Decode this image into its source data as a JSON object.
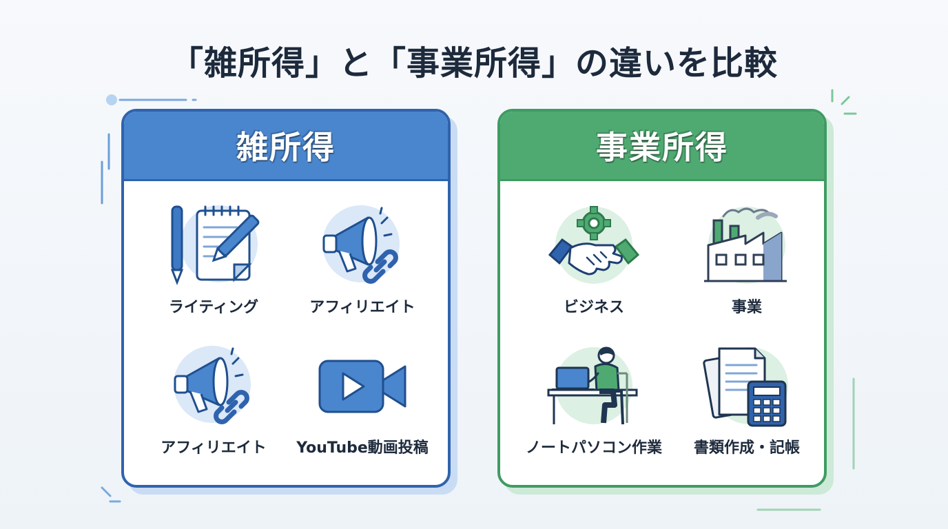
{
  "title": "「雑所得」と「事業所得」の違いを比較",
  "colors": {
    "left_accent": "#2f63ad",
    "left_header": "#4a86cd",
    "right_accent": "#3f9b63",
    "right_header": "#4faa72",
    "text": "#1d2a3c"
  },
  "left_panel": {
    "title": "雑所得",
    "items": [
      {
        "label": "ライティング",
        "icon": "notepad-pen-icon"
      },
      {
        "label": "アフィリエイト",
        "icon": "megaphone-link-icon"
      },
      {
        "label": "アフィリエイト",
        "icon": "megaphone-link-icon"
      },
      {
        "label": "YouTube動画投稿",
        "icon": "video-camera-icon"
      }
    ]
  },
  "right_panel": {
    "title": "事業所得",
    "items": [
      {
        "label": "ビジネス",
        "icon": "handshake-gear-icon"
      },
      {
        "label": "事業",
        "icon": "factory-icon"
      },
      {
        "label": "ノートパソコン作業",
        "icon": "laptop-worker-icon"
      },
      {
        "label": "書類作成・記帳",
        "icon": "documents-calculator-icon"
      }
    ]
  }
}
